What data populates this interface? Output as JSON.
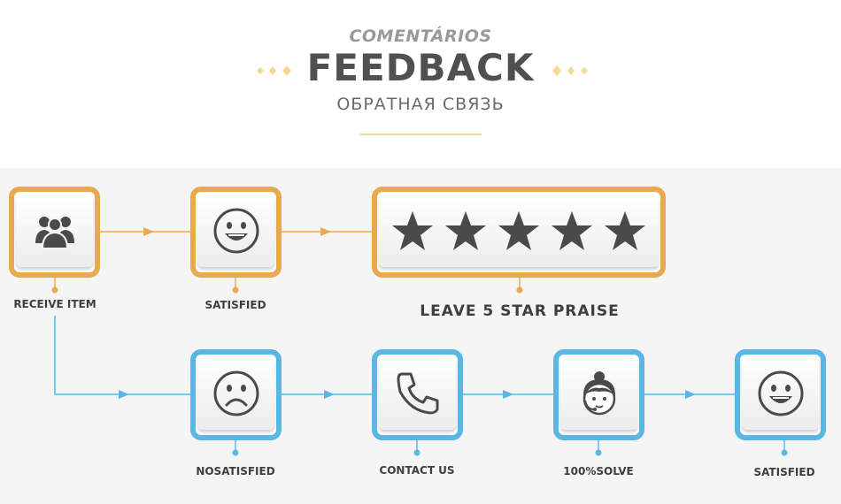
{
  "header": {
    "subtitle_top": "COMENTÁRIOS",
    "title": "FEEDBACK",
    "subtitle_bottom": "ОБРАТНАЯ СВЯЗЬ",
    "accent_color": "#f5d88a"
  },
  "flow": {
    "colors": {
      "positive": "#e9a94f",
      "negative": "#5ab6e3"
    },
    "nodes": {
      "receive_item": {
        "label": "RECEIVE ITEM",
        "icon": "people-group-icon"
      },
      "satisfied_top": {
        "label": "SATISFIED",
        "icon": "smiley-face-icon"
      },
      "five_star": {
        "label": "LEAVE 5 STAR PRAISE",
        "icon": "five-stars-icon",
        "rating": 5
      },
      "nosatisfied": {
        "label": "NOSATISFIED",
        "icon": "sad-face-icon"
      },
      "contact_us": {
        "label": "CONTACT US",
        "icon": "phone-icon"
      },
      "solve": {
        "label": "100%SOLVE",
        "icon": "support-agent-icon"
      },
      "satisfied_bottom": {
        "label": "SATISFIED",
        "icon": "smiley-face-icon"
      }
    }
  }
}
